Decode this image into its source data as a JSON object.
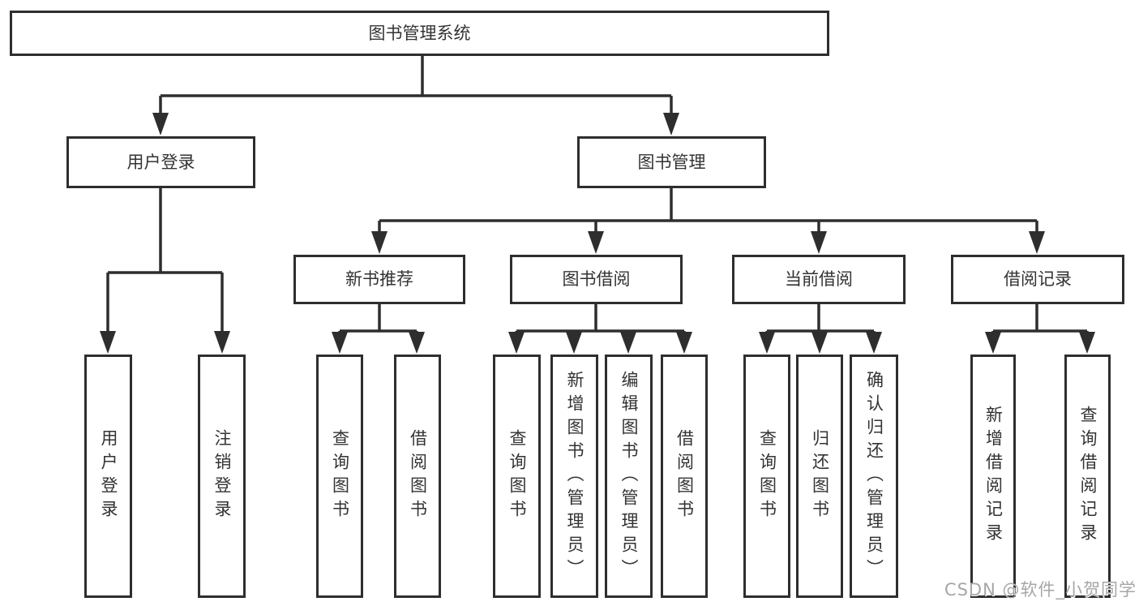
{
  "diagram": {
    "root": {
      "label": "图书管理系统"
    },
    "branches": [
      {
        "label": "用户登录",
        "children": [
          {
            "label": "用户登录"
          },
          {
            "label": "注销登录"
          }
        ]
      },
      {
        "label": "图书管理",
        "children": [
          {
            "label": "新书推荐",
            "children": [
              {
                "label": "查询图书"
              },
              {
                "label": "借阅图书"
              }
            ]
          },
          {
            "label": "图书借阅",
            "children": [
              {
                "label": "查询图书"
              },
              {
                "label": "新增图书（管理员）"
              },
              {
                "label": "编辑图书（管理员）"
              },
              {
                "label": "借阅图书"
              }
            ]
          },
          {
            "label": "当前借阅",
            "children": [
              {
                "label": "查询图书"
              },
              {
                "label": "归还图书"
              },
              {
                "label": "确认归还（管理员）"
              }
            ]
          },
          {
            "label": "借阅记录",
            "children": [
              {
                "label": "新增借阅记录"
              },
              {
                "label": "查询借阅记录"
              }
            ]
          }
        ]
      }
    ]
  },
  "watermark": {
    "text": "CSDN @软件_小贺同学"
  },
  "colors": {
    "line": "#2e2e2e",
    "box_border": "#2e2e2e",
    "text": "#333333",
    "watermark": "#a6a6a6",
    "background": "#ffffff"
  }
}
